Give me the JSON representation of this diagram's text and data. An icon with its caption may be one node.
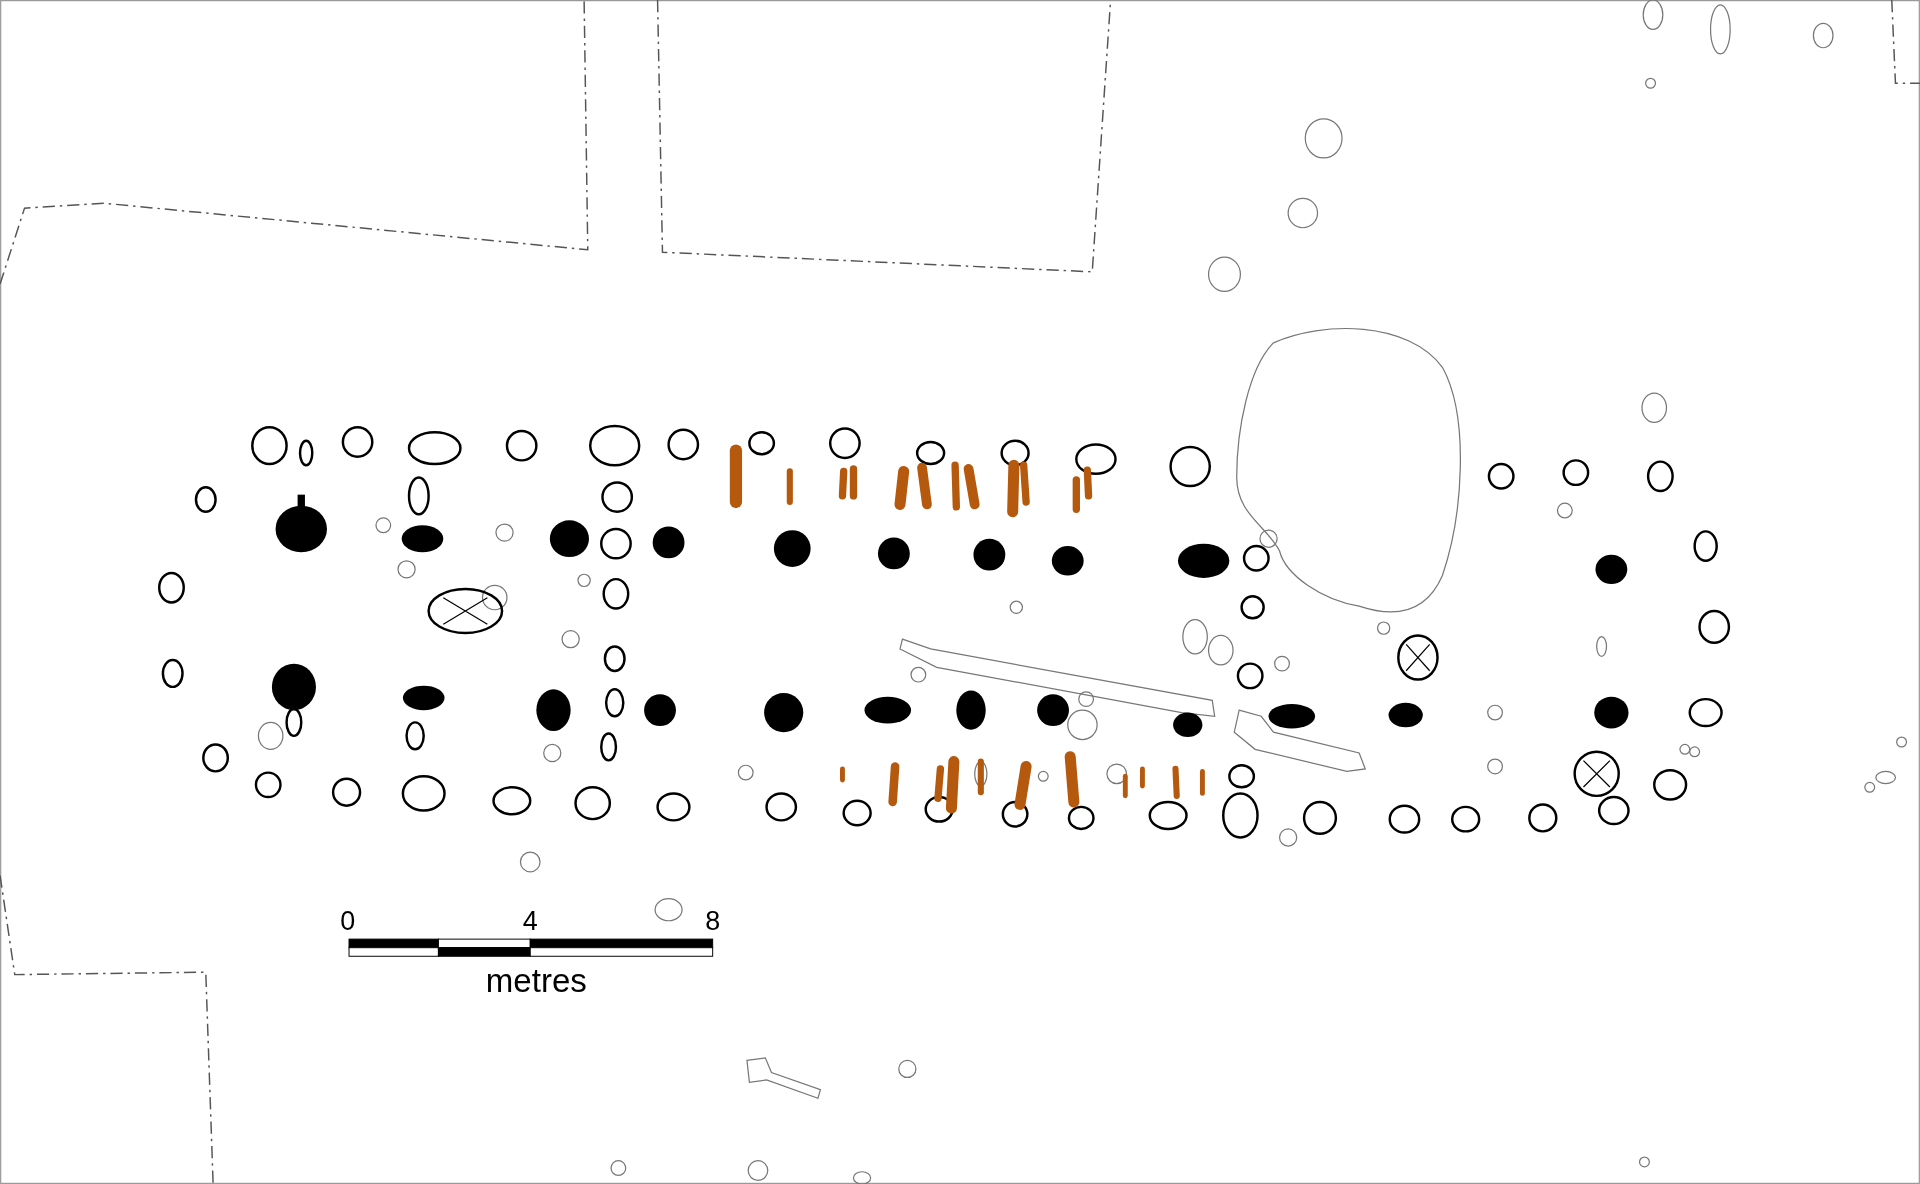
{
  "diagram": {
    "labels": [
      "0",
      "4",
      "8",
      "metres"
    ]
  }
}
